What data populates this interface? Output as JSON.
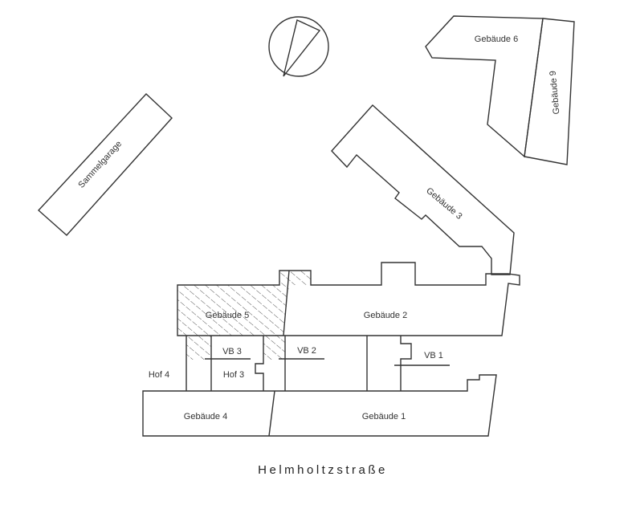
{
  "title": "Lageplan",
  "labels": {
    "sammelgarage": "Sammelgarage",
    "gebaeude1": "Gebäude 1",
    "gebaeude2": "Gebäude 2",
    "gebaeude3": "Gebäude 3",
    "gebaeude4": "Gebäude 4",
    "gebaeude5": "Gebäude 5",
    "gebaeude6": "Gebäude 6",
    "gebaeude9": "Gebäude 9",
    "vb1": "VB 1",
    "vb2": "VB 2",
    "vb3": "VB 3",
    "hof3": "Hof 3",
    "hof4": "Hof 4"
  },
  "street": "Helmholtzstraße",
  "north_arrow": "north-arrow-icon",
  "colors": {
    "line": "#333333",
    "hatch": "#555555"
  }
}
